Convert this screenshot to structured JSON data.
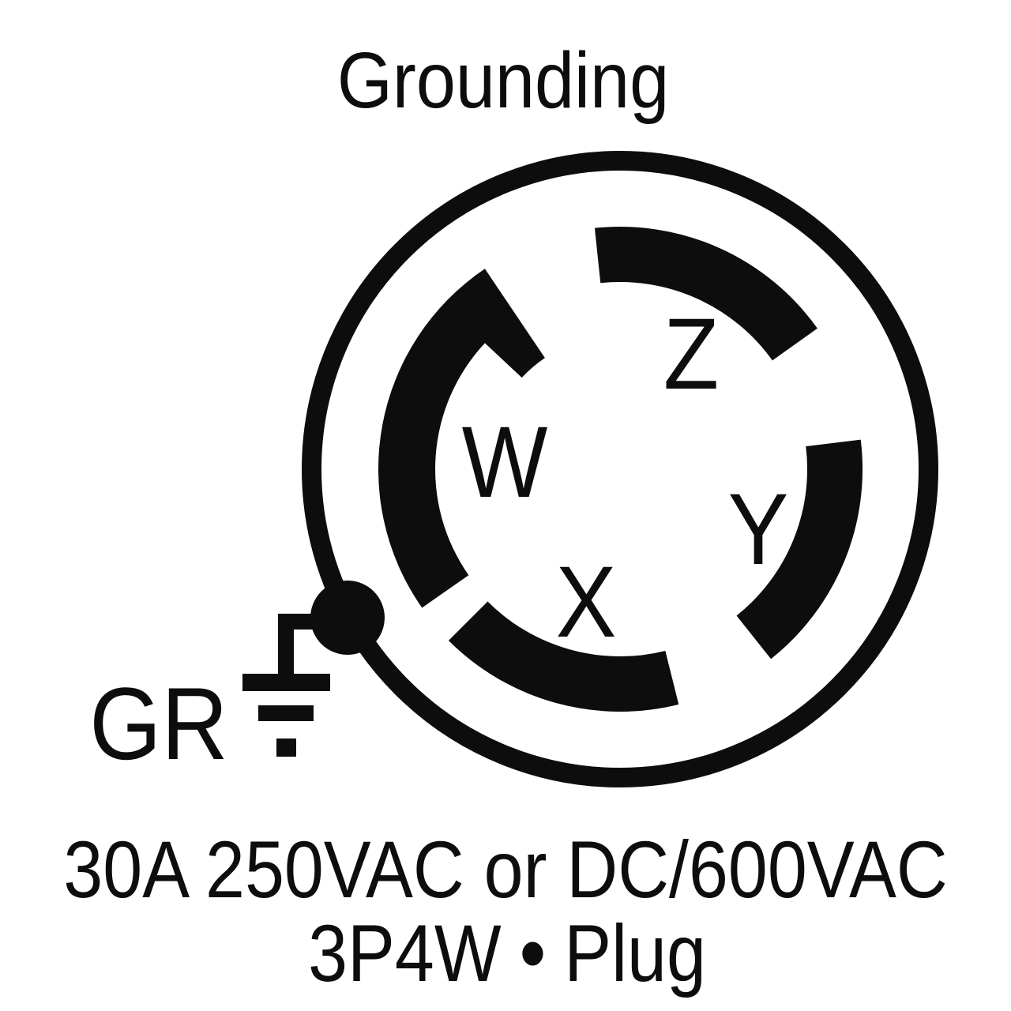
{
  "page": {
    "background": "#ffffff",
    "ink": "#0d0d0d"
  },
  "diagram": {
    "title": "Grounding",
    "device": {
      "kind": "locking-plug-face",
      "ground_dot_label": "GR",
      "pin_labels": {
        "w": "W",
        "x": "X",
        "y": "Y",
        "z": "Z"
      }
    },
    "caption": {
      "line1": "30A 250VAC or DC/600VAC",
      "line2_rating": "3P4W",
      "line2_bullet": "•",
      "line2_type": "Plug"
    }
  }
}
